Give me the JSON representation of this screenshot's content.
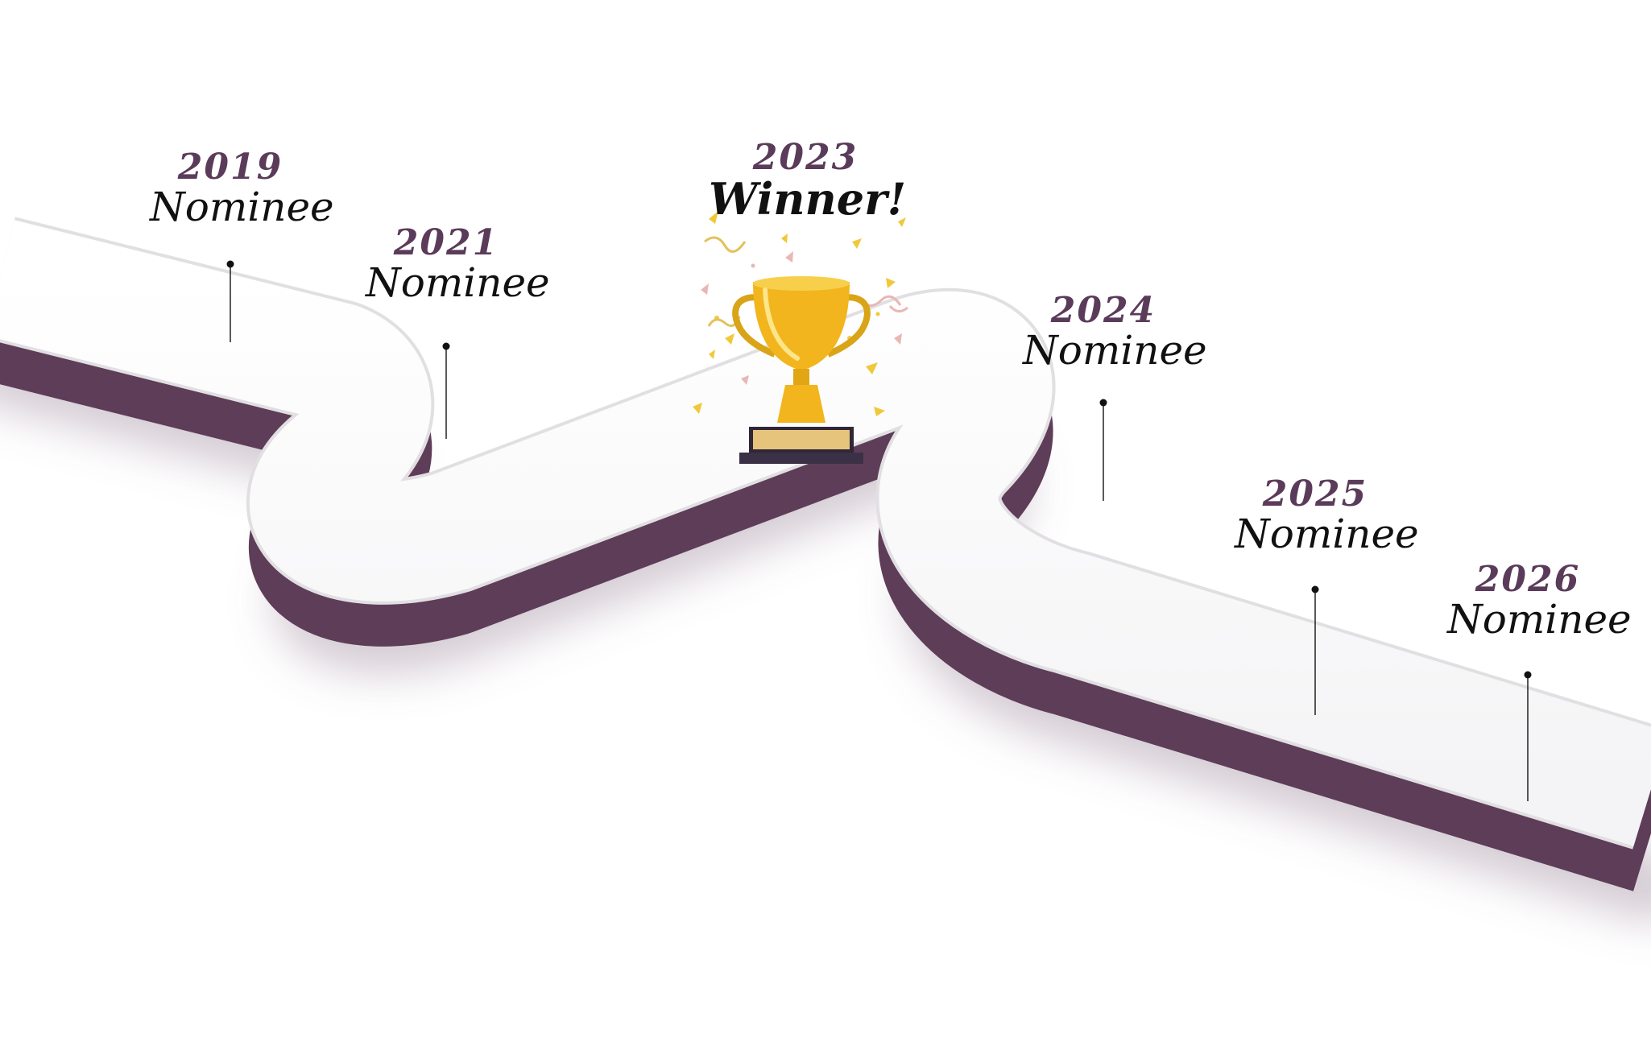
{
  "milestones": [
    {
      "year": "2019",
      "status": "Nominee"
    },
    {
      "year": "2021",
      "status": "Nominee"
    },
    {
      "year": "2023",
      "status": "Winner!"
    },
    {
      "year": "2024",
      "status": "Nominee"
    },
    {
      "year": "2025",
      "status": "Nominee"
    },
    {
      "year": "2026",
      "status": "Nominee"
    }
  ],
  "colors": {
    "road_surface": "#ffffff",
    "road_side": "#5e3d58",
    "year_text": "#5b3b5a",
    "status_text": "#111111",
    "trophy_gold": "#f2b51d",
    "trophy_base": "#2f2638"
  },
  "icons": {
    "award": "trophy-icon",
    "celebration": "confetti-icon",
    "marker": "pin-icon"
  }
}
